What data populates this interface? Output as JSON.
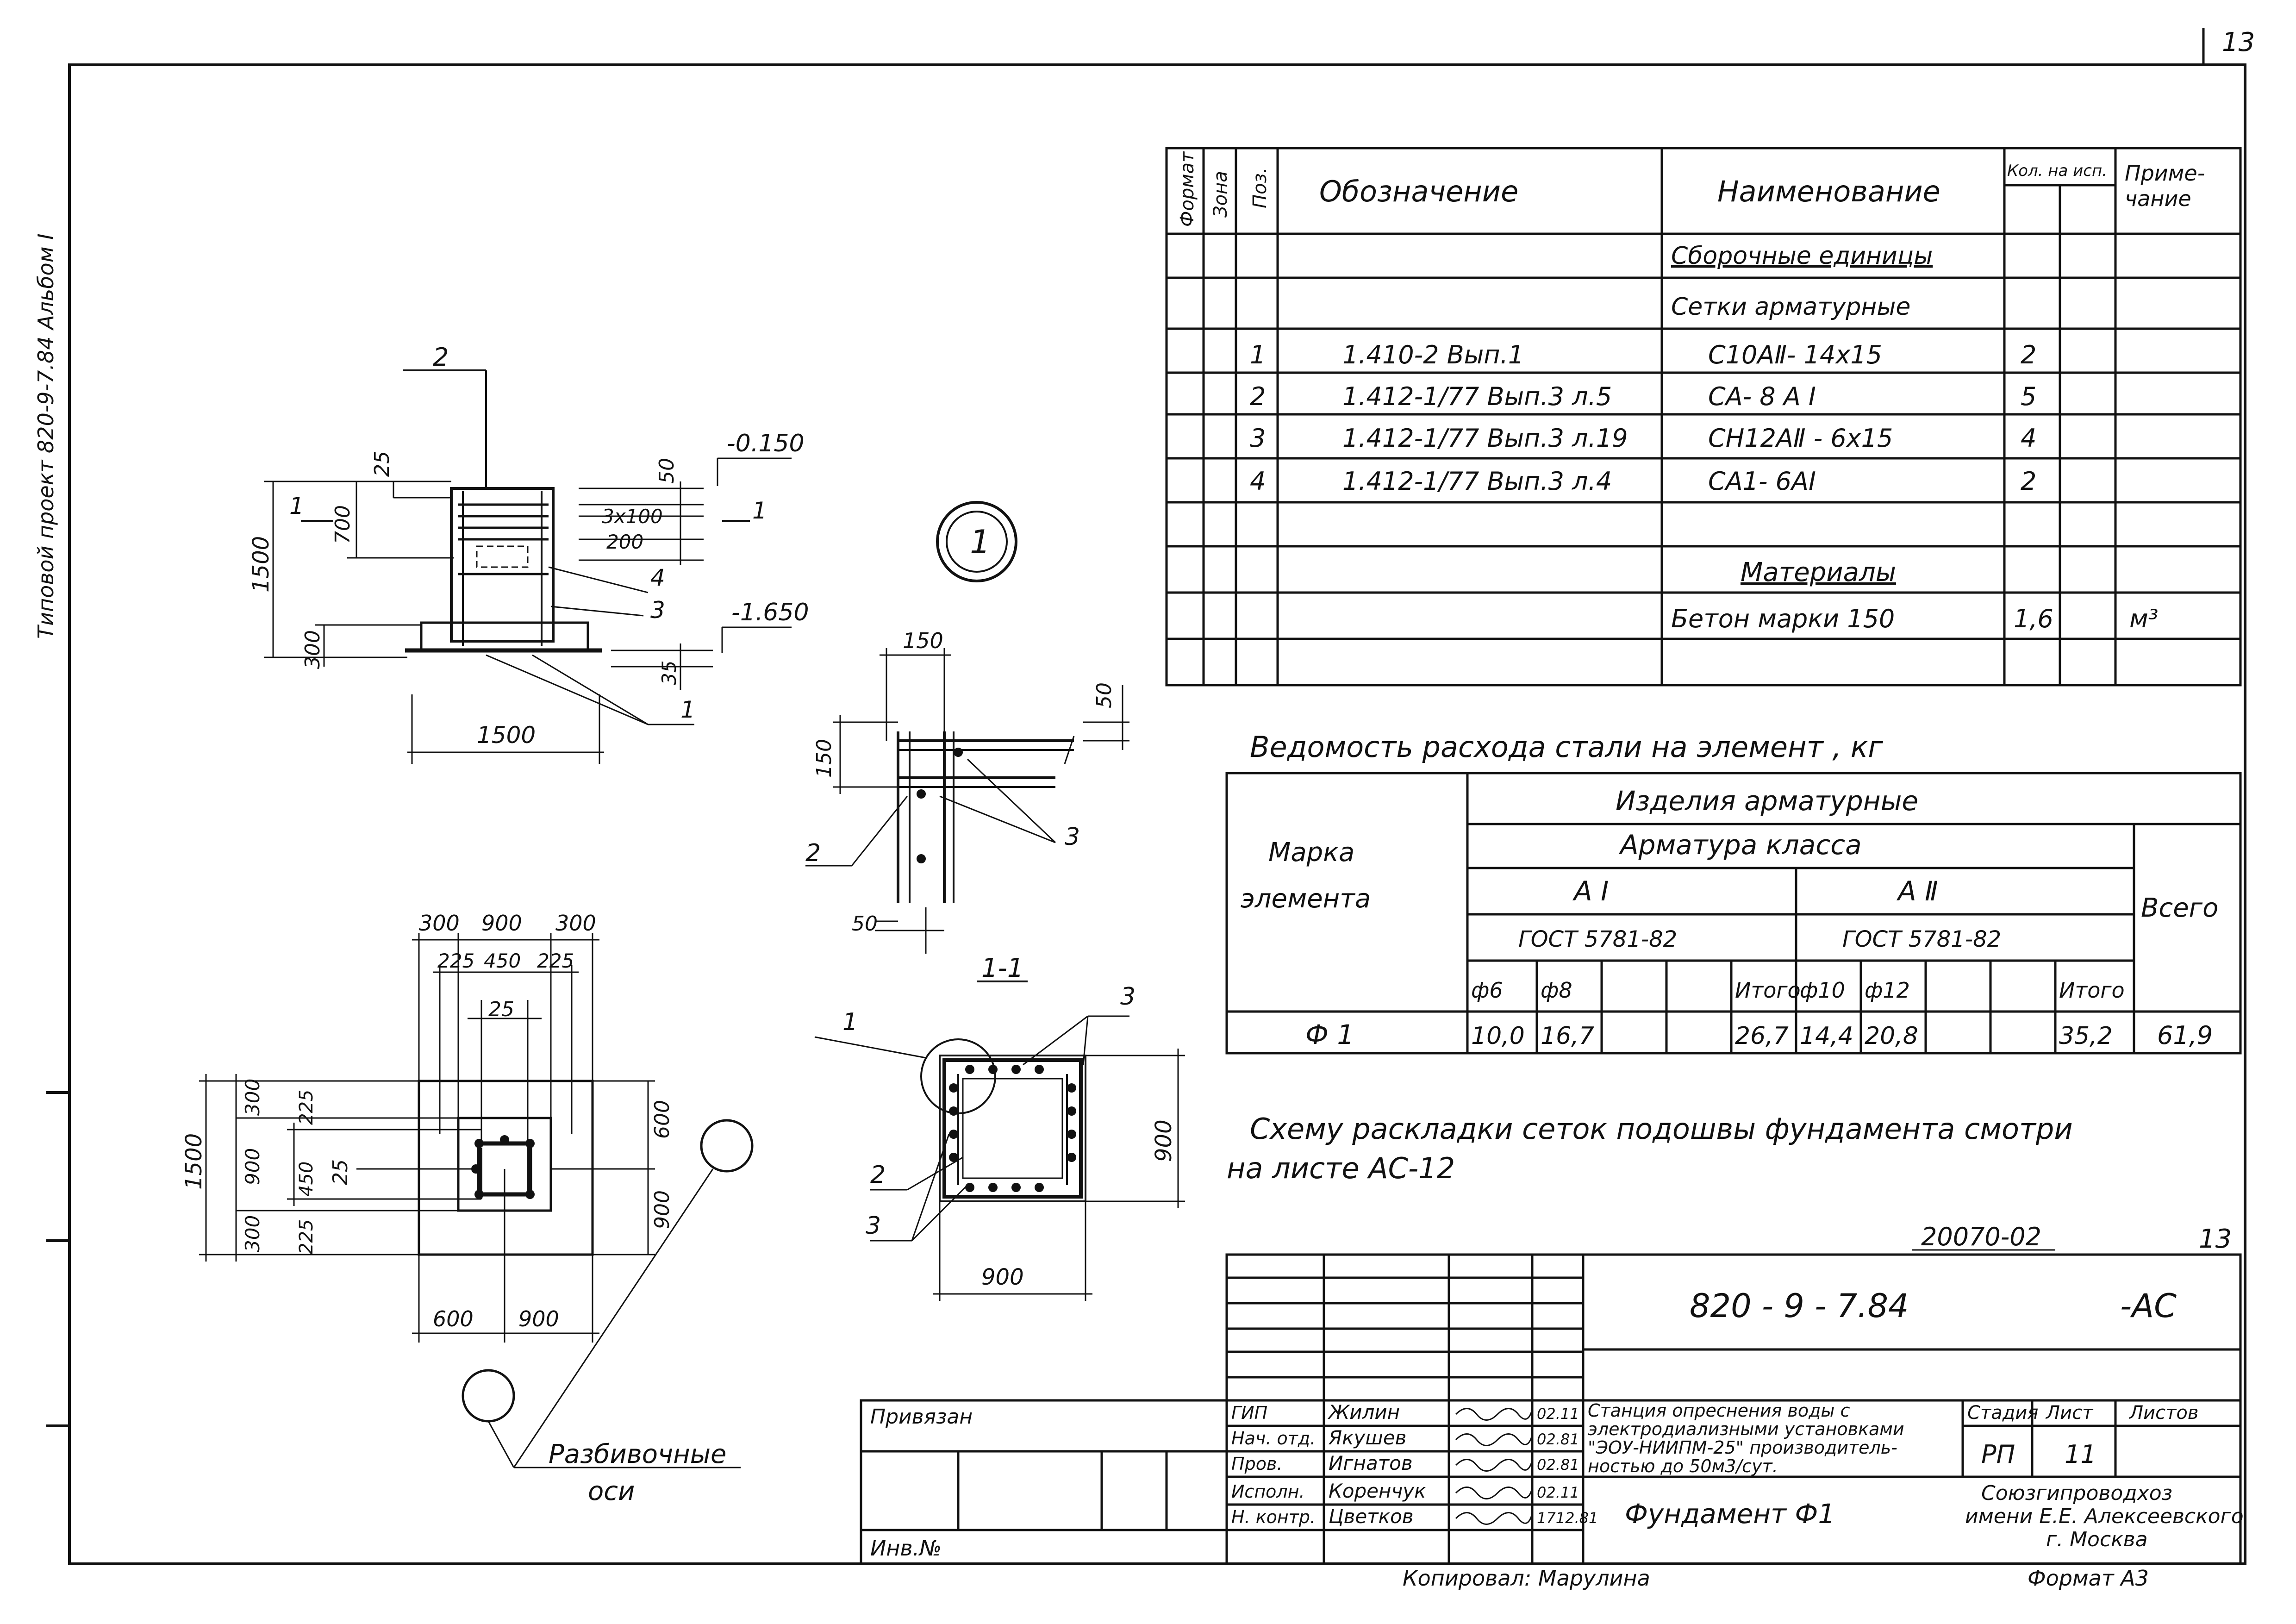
{
  "sheet": {
    "corner_number": "13",
    "spine_text": "Типовой проект 820-9-7.84   Альбом I",
    "copied_by": "Копировал: Марулина",
    "format": "Формат А3"
  },
  "spec_table": {
    "headers": {
      "format": "Формат",
      "zone": "Зона",
      "pos": "Поз.",
      "designation": "Обозначение",
      "name": "Наименование",
      "qty": "Кол. на исп.",
      "note": "Приме-\nчание"
    },
    "section_assembly": "Сборочные единицы",
    "section_meshes": "Сетки арматурные",
    "rows": [
      {
        "pos": "1",
        "designation": "1.410-2   Вып.1",
        "name": "С10АⅡ- 14x15",
        "qty": "2",
        "note": ""
      },
      {
        "pos": "2",
        "designation": "1.412-1/77 Вып.3 л.5",
        "name": "СА- 8 А Ⅰ",
        "qty": "5",
        "note": ""
      },
      {
        "pos": "3",
        "designation": "1.412-1/77 Вып.3 л.19",
        "name": "СН12АⅡ - 6x15",
        "qty": "4",
        "note": ""
      },
      {
        "pos": "4",
        "designation": "1.412-1/77 Вып.3 л.4",
        "name": "СА1- 6АⅠ",
        "qty": "2",
        "note": ""
      }
    ],
    "section_materials": "Материалы",
    "material": {
      "name": "Бетон  марки 150",
      "qty": "1,6",
      "unit": "м³"
    }
  },
  "steel_table": {
    "title": "Ведомость  расхода  стали  на элемент , кг",
    "mark_header": "Марка\nэлемента",
    "products": "Изделия  арматурные",
    "rebar_class": "Арматура  класса",
    "class_a1": "А Ⅰ",
    "class_a2": "А Ⅱ",
    "gost_a1": "ГОСТ 5781-82",
    "gost_a2": "ГОСТ 5781-82",
    "total_header": "Всего",
    "subheaders": [
      "ф6",
      "ф8",
      "",
      "",
      "Итого",
      "ф10",
      "ф12",
      "",
      "",
      "Итого"
    ],
    "row": {
      "mark": "Ф 1",
      "values": [
        "10,0",
        "16,7",
        "",
        "",
        "26,7",
        "14,4",
        "20,8",
        "",
        "",
        "35,2"
      ],
      "total": "61,9"
    }
  },
  "note_text": "Схему  раскладки  сеток  подошвы  фундамента  смотри\nна  листе  АС-12",
  "drawing": {
    "elevation": {
      "leader_2": "2",
      "dim_25": "25",
      "dim_50": "50",
      "level_top": "-0.150",
      "dim_700": "700",
      "dim_1500_v": "1500",
      "section_mark": "1",
      "dim_3x100": "3x100",
      "dim_200": "200",
      "leader_4": "4",
      "leader_3": "3",
      "level_bottom": "-1.650",
      "dim_300": "300",
      "dim_35": "35",
      "dim_1500_h": "1500",
      "leader_1": "1"
    },
    "callout": "1",
    "detail": {
      "dim_150_h": "150",
      "dim_50_top": "50",
      "dim_150_v": "150",
      "leader_2": "2",
      "leader_3": "3",
      "dim_50_bottom": "50"
    },
    "plan": {
      "dims_top_1": [
        "300",
        "900",
        "300"
      ],
      "dims_top_2": [
        "225",
        "450",
        "225"
      ],
      "dim_25_top": "25",
      "dims_left_1": [
        "1500"
      ],
      "dims_left_2": [
        "300",
        "900",
        "300"
      ],
      "dims_left_3": [
        "225",
        "450",
        "225"
      ],
      "dim_25_left": "25",
      "dims_right": [
        "600",
        "900"
      ],
      "dims_bottom": [
        "600",
        "900"
      ],
      "axes_label": "Разбивочные\nоси"
    },
    "section": {
      "title": "1-1",
      "leader_1": "1",
      "leader_3_top": "3",
      "leader_2": "2",
      "leader_3_bottom": "3",
      "dim_900_v": "900",
      "dim_900_h": "900"
    }
  },
  "title_block": {
    "doc_number_small": "20070-02",
    "sheet_small": "13",
    "doc_code": "820 - 9 - 7.84",
    "doc_suffix": "-АС",
    "bound_to": "Привязан",
    "inv": "Инв.№",
    "roles": [
      {
        "role": "ГИП",
        "name": "Жилин",
        "date": "02.11"
      },
      {
        "role": "Нач. отд.",
        "name": "Якушев",
        "date": "02.81"
      },
      {
        "role": "Пров.",
        "name": "Игнатов",
        "date": "02.81"
      },
      {
        "role": "Исполн.",
        "name": "Коренчук",
        "date": "02.11"
      },
      {
        "role": "Н. контр.",
        "name": "Цветков",
        "date": "1712.81"
      }
    ],
    "project_title": "Станция опреснения воды с\nэлектродиализными установками\n\"ЭОУ-НИИПМ-25\" производитель-\nностью до 50м3/сут.",
    "drawing_title": "Фундамент Ф1",
    "stage_label": "Стадия",
    "sheet_label": "Лист",
    "sheets_label": "Листов",
    "stage": "РП",
    "sheet": "11",
    "org": "Союзгипроводхоз\nимени Е.Е. Алексеевского\nг. Москва"
  }
}
